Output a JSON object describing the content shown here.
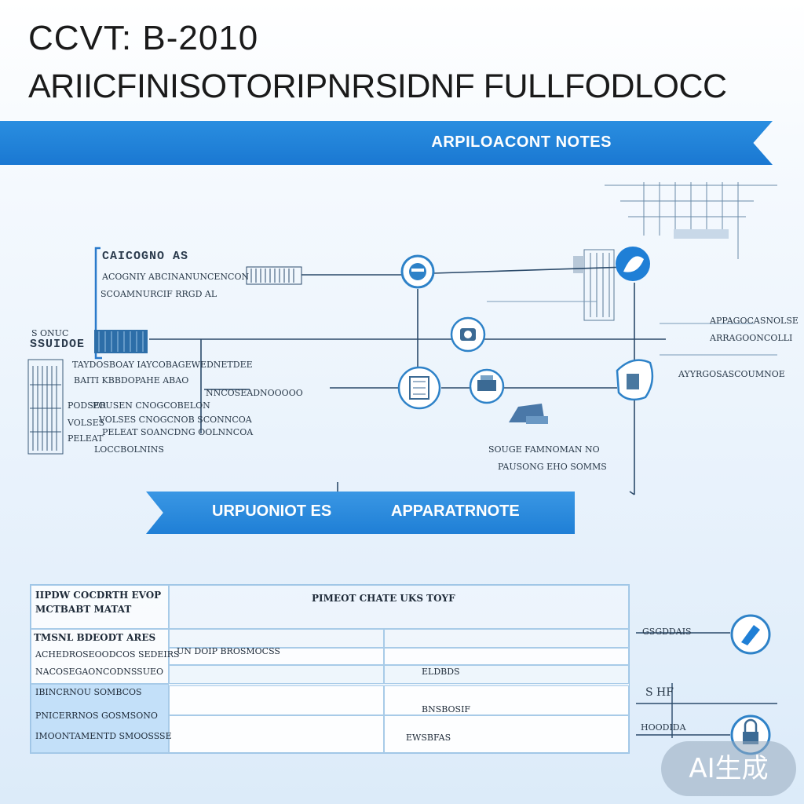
{
  "title_line1": "CCVT: B-2010",
  "title_line2": "ARIICFINISOTORIPNRSIDNF FULLFODLOCC",
  "banner_top": "ARPILOACONT NOTES",
  "banner_mid": {
    "left": "URPUONIOT ES",
    "right": "APPARATRNOTE"
  },
  "diagram_labels": {
    "left_box_title": "CAICOGNO AS",
    "left_box_line1": "ACOGNIY ABCINANUNCENCON",
    "left_box_line2": "SCOAMNURCIF RRGD AL",
    "side_label_a": "S ONUC",
    "side_label_b": "SSUIDOE",
    "block_lines": [
      "TAYDOSBOAY IAYCOBAGEWEDNETDEE",
      "BAITI KBBDOPAHE ABAO",
      "NNCOSEADNOOOOO",
      "POUSEN CNOGCOBELON",
      "VOLSES CNOGCNOB SCONNCOA",
      "PELEAT SOANCDNG OOLNNCOA",
      "LOCCBOLNINS"
    ],
    "side_words": [
      "PODSER",
      "VOLSES",
      "PELEAT"
    ],
    "right_lines": [
      "APPAGOCASNOLSE",
      "ARRAGOONCOLLI",
      "AYYRGOSASCOUMNOE"
    ],
    "lower_right_1": "SOUGE FAMNOMAN   NO",
    "lower_right_2": "PAUSONG  EHO SOMMS"
  },
  "table": {
    "header_left_1": "IIPDW COCDRTH EVOP",
    "header_left_2": "MCTBABT MATAT",
    "header_main": "PIMEOT CHATE UKS TOYF",
    "row_labels": [
      "TMSNL BDEODT ARES",
      "ACHEDROSEOODCOS SEDEIRS",
      "NACOSEGAONCODNSSUEO",
      "IBINCRNOU SOMBCOS",
      "PNICERRNOS GOSMSONO",
      "IMOONTAMENTD SMOOSSSE"
    ],
    "mid_row_1": "UN DOIP BROSMOCSS",
    "mid_row_2": "ELDBDS",
    "mid_row_3": "BNSBOSIF",
    "mid_row_4": "EWSBFAS",
    "right_labels": [
      "GSGDDAIS",
      "S HF",
      "HOODIDA"
    ]
  },
  "watermark": "AI生成",
  "colors": {
    "accent": "#1a78d2",
    "line": "#2b4a6a",
    "icon_blue": "#2e82c8"
  }
}
